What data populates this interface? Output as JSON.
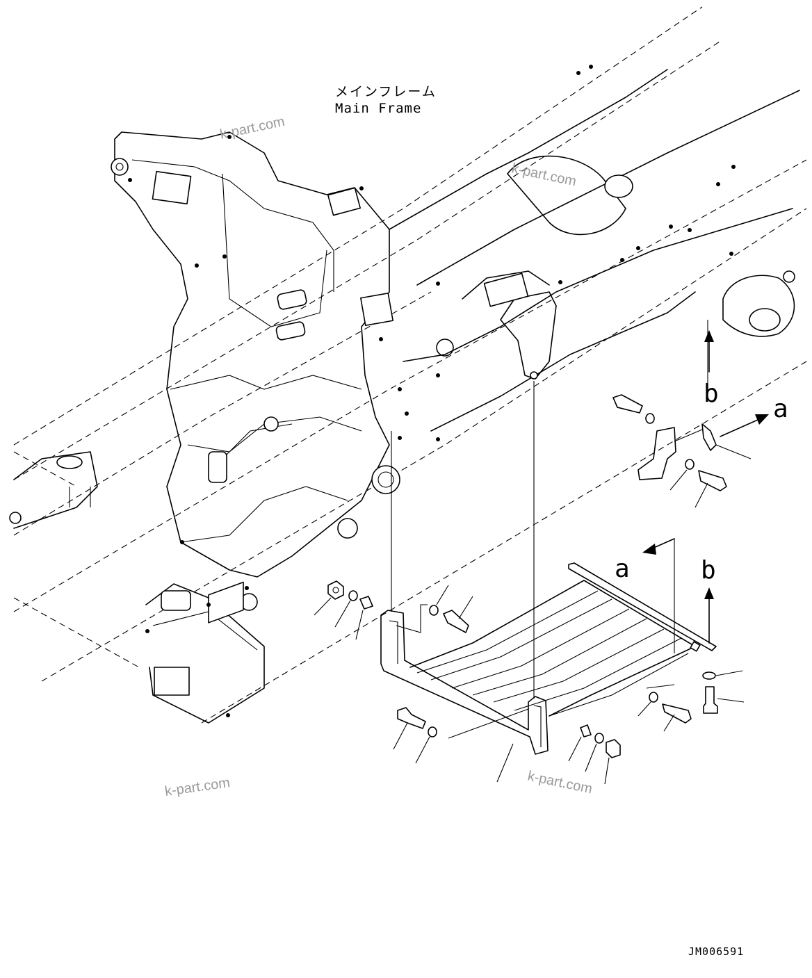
{
  "frame_label": {
    "japanese": "メインフレーム",
    "english": "Main Frame"
  },
  "view_arrows": {
    "a_upper": "a",
    "b_upper": "b",
    "a_lower": "a",
    "b_lower": "b"
  },
  "watermarks": [
    "k-part.com",
    "k-part.com",
    "k-part.com",
    "k-part.com"
  ],
  "drawing_code": "JM006591"
}
